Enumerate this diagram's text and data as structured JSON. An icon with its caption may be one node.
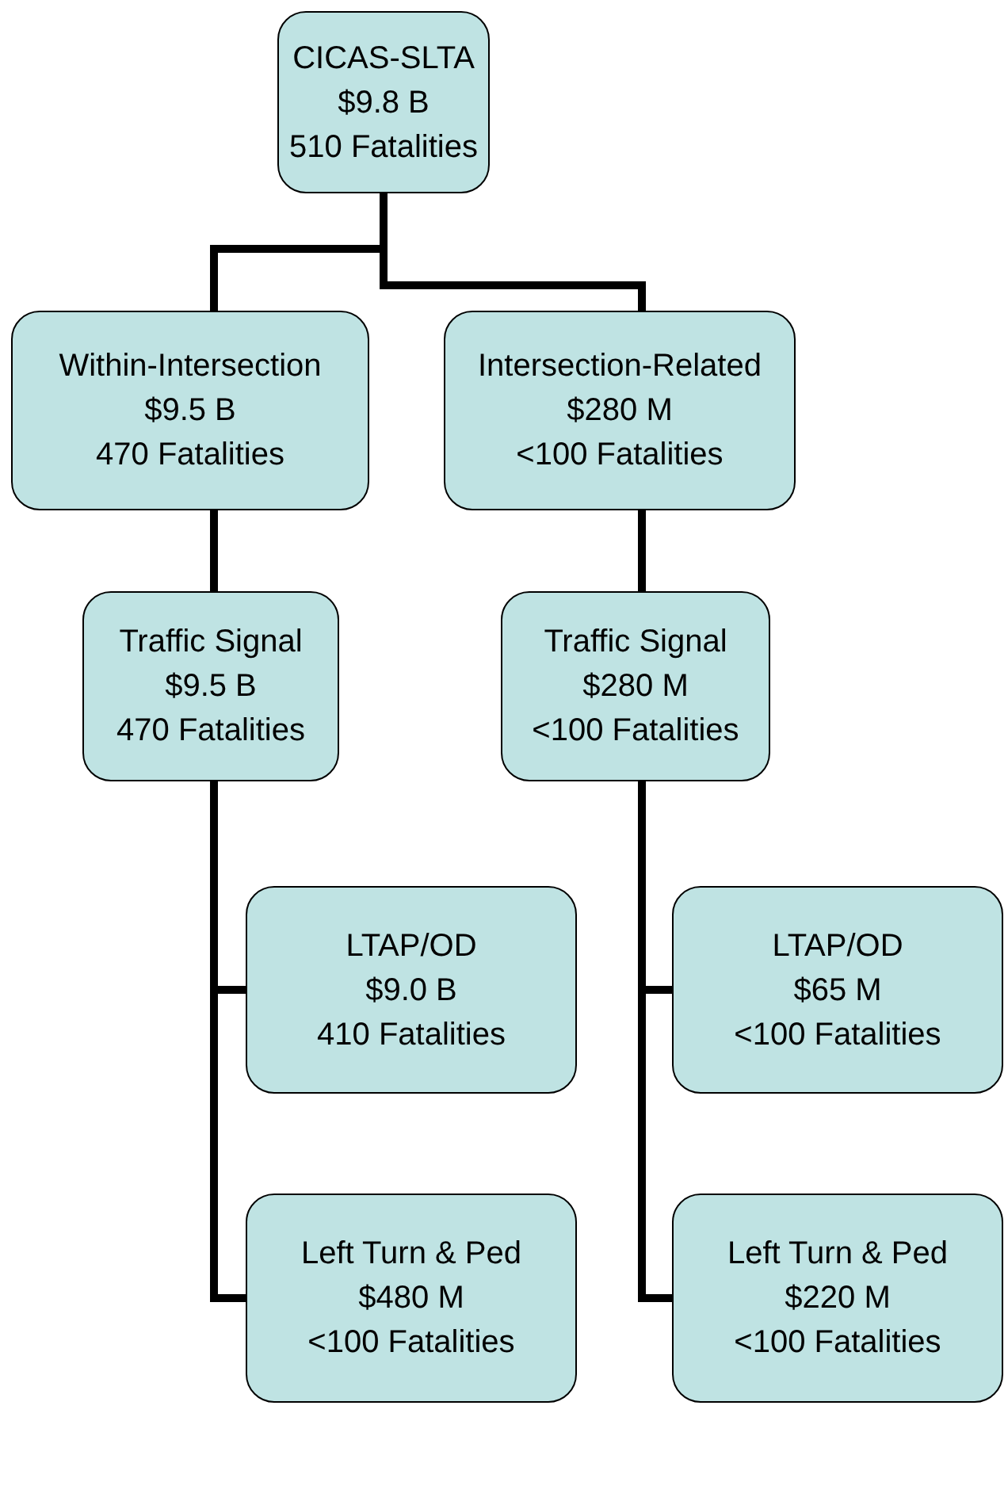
{
  "diagram": {
    "nodes": [
      {
        "text": [
          "CICAS-SLTA",
          "$9.8 B",
          "510 Fatalities"
        ]
      },
      {
        "text": [
          "Within-Intersection",
          "$9.5 B",
          "470 Fatalities"
        ]
      },
      {
        "text": [
          "Intersection-Related",
          "$280 M",
          "<100 Fatalities"
        ]
      },
      {
        "text": [
          "Traffic Signal",
          "$9.5 B",
          "470 Fatalities"
        ]
      },
      {
        "text": [
          "Traffic Signal",
          "$280 M",
          "<100 Fatalities"
        ]
      },
      {
        "text": [
          "LTAP/OD",
          "$9.0 B",
          "410 Fatalities"
        ]
      },
      {
        "text": [
          "LTAP/OD",
          "$65 M",
          "<100 Fatalities"
        ]
      },
      {
        "text": [
          "Left Turn & Ped",
          "$480 M",
          "<100 Fatalities"
        ]
      },
      {
        "text": [
          "Left Turn & Ped",
          "$220 M",
          "<100 Fatalities"
        ]
      }
    ],
    "edges": [
      {
        "from": 0,
        "to": 1,
        "arrow": "none"
      },
      {
        "from": 0,
        "to": 2,
        "arrow": "none"
      },
      {
        "from": 1,
        "to": 3,
        "arrow": "none"
      },
      {
        "from": 2,
        "to": 4,
        "arrow": "none"
      },
      {
        "from": 3,
        "to": 5,
        "arrow": "none"
      },
      {
        "from": 3,
        "to": 7,
        "arrow": "none"
      },
      {
        "from": 4,
        "to": 6,
        "arrow": "none"
      },
      {
        "from": 4,
        "to": 8,
        "arrow": "none"
      }
    ]
  }
}
